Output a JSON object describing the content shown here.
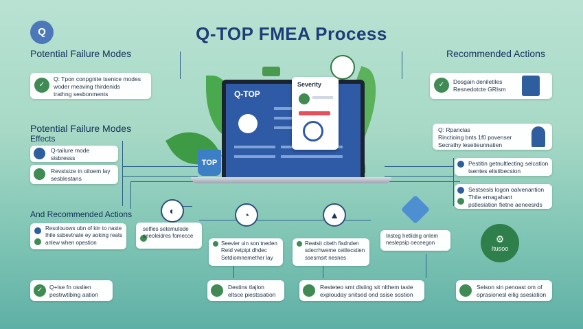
{
  "title": "Q-TOP FMEA Process",
  "logo_text": "Q",
  "headings": {
    "left_top": "Potential Failure Modes",
    "left_mid_1": "Potential Failure Modes",
    "left_mid_2": "Effects",
    "left_low": "And Recommended Actions",
    "right_top": "Recommended Actions"
  },
  "laptop": {
    "screen_title": "Q-TOP",
    "severity_label": "Severity",
    "cup_label": "TOP"
  },
  "cards": {
    "l1": "Q: Tpon conpgnite tsenice modes\nwoder meaving thirdenids\ntrathng sesbonments",
    "l2a": "Q-tailure mode\nsisbresss",
    "l2b": "Revstsize in oiloem lay\nsesblestans",
    "l3": "Resolouows ubn of kin to naste\nIhile ssbevtnate ey aoking reats\nanlew when opestion",
    "l4": "Q+lse fn osslien\npestrwtibing aation",
    "c1": "selfies setemutode\nseeoleidres fomecce",
    "c2": "Seevier uin son tneden\nRetd vetpipt dhdec\nSetdiomnemether lay",
    "c3": "Reatsit citeth fisdnden\nsdecrhweme ceitlecstien\nssesmsrt nesnes",
    "c4": "Destins tlajlon\neltsce piestssation",
    "c5": "Resteteo smt dlsiing sit nlthem tasle\nexplouday snitsed ond ssise sostion",
    "r1": "Dosgain deniletiles\nResnedotcte GRIsm",
    "r2": "Q: Rpanclas\nRinctioing bnts 1f0 povenser\nSecrathy lesetieunnatien",
    "r3": "Pestitin getnultlecting selcation\ntsentes elistibecsion",
    "r4": "Sestsesls logon oalvenantion\nThile ernagahant\npstlesiation fietne aeneesrds",
    "r5": "Insteg hetlidng onlem\nneslepsip oeceegon",
    "r6": "Seison sin penoast om of\noprasionesl eilig ssesiation",
    "badge": "Itusoo"
  },
  "colors": {
    "accent_green": "#3f8b53",
    "accent_blue": "#1f3c78",
    "line": "#2d5d8c"
  }
}
